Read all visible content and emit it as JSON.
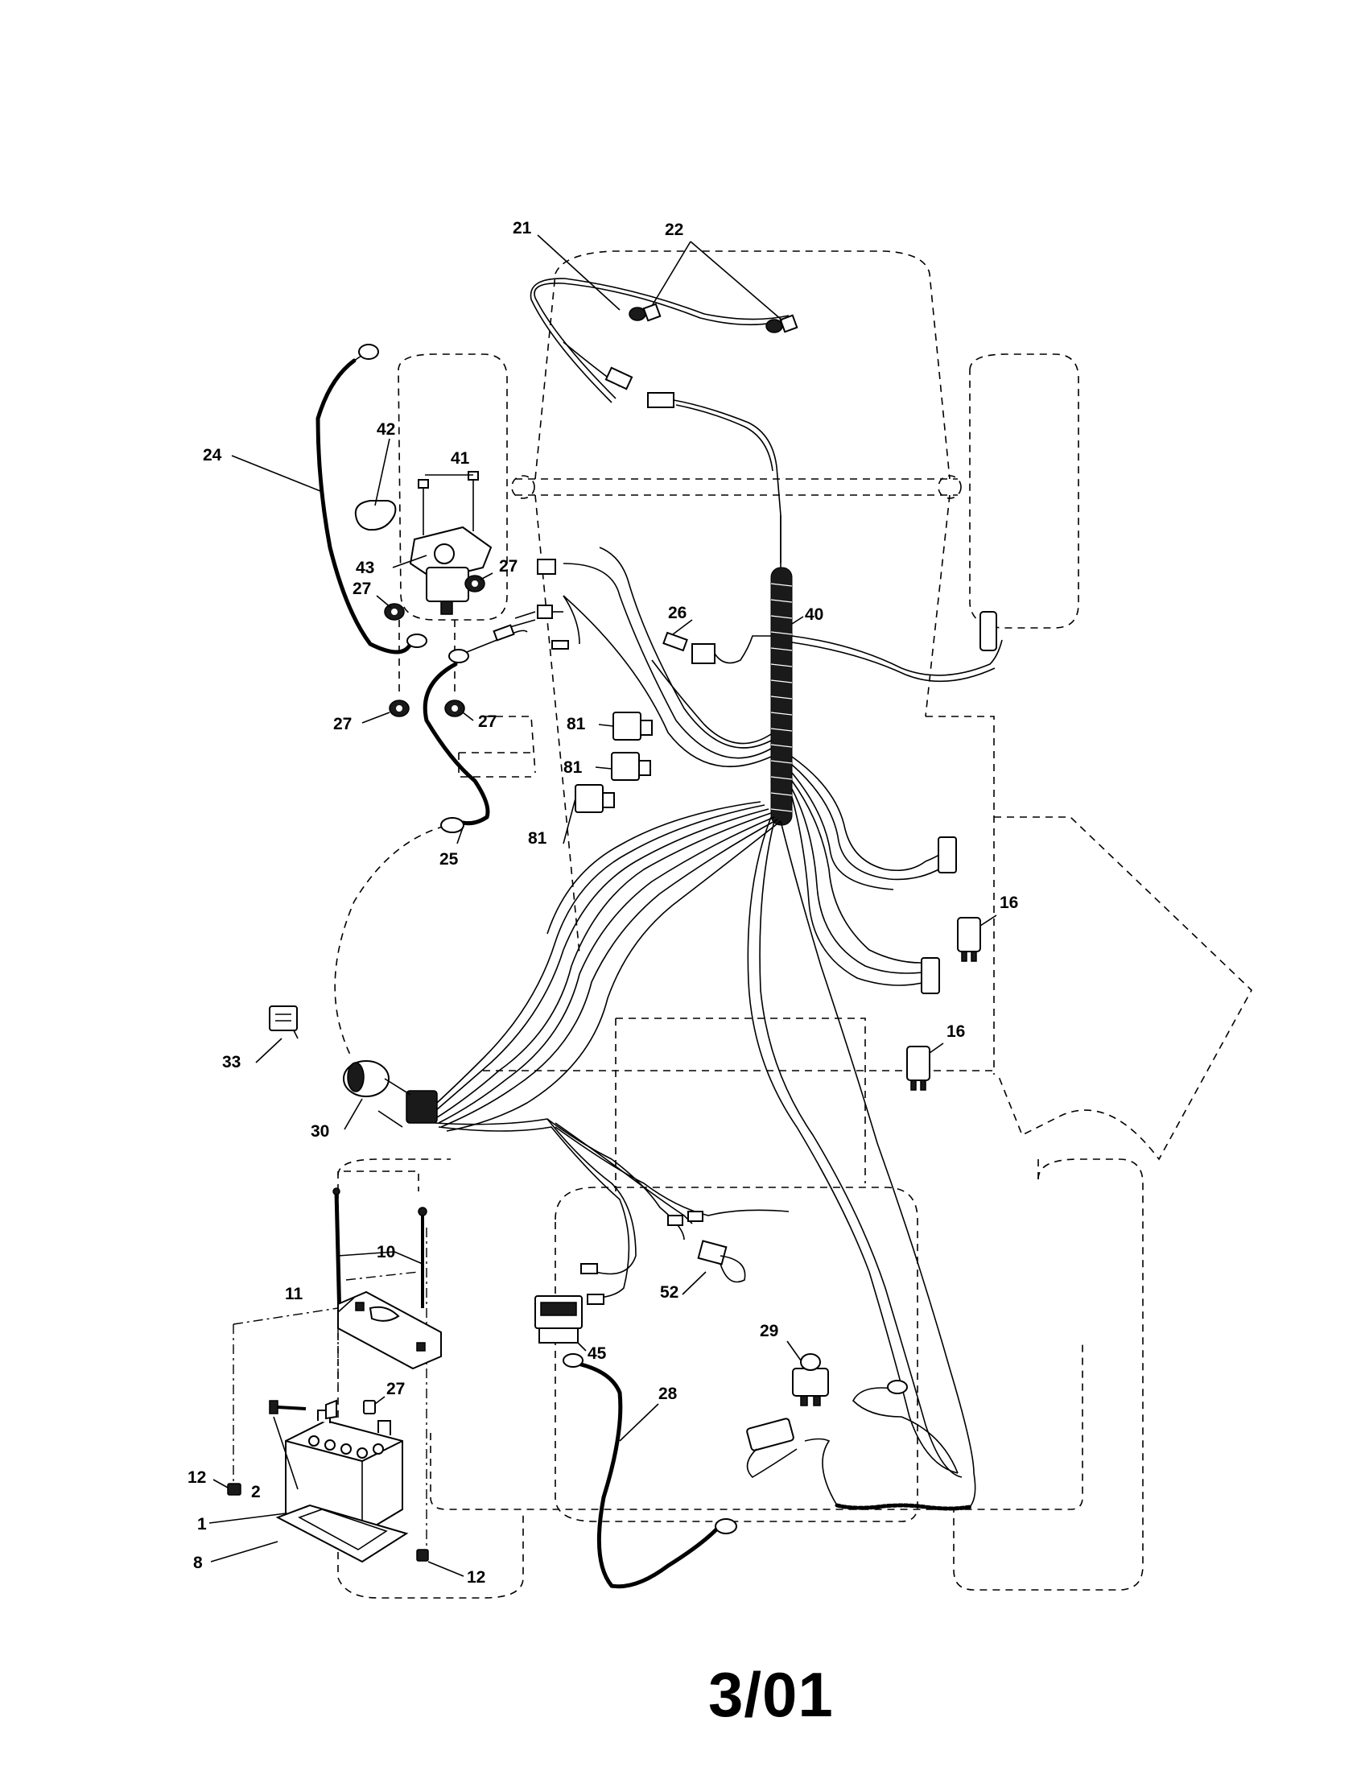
{
  "page_mark": "3/01",
  "labels": {
    "l1": "1",
    "l2": "2",
    "l8": "8",
    "l10": "10",
    "l11": "11",
    "l12a": "12",
    "l12b": "12",
    "l16a": "16",
    "l16b": "16",
    "l21": "21",
    "l22": "22",
    "l24": "24",
    "l25": "25",
    "l26": "26",
    "l27a": "27",
    "l27b": "27",
    "l27c": "27",
    "l27d": "27",
    "l27e": "27",
    "l28": "28",
    "l29": "29",
    "l30": "30",
    "l33": "33",
    "l40": "40",
    "l41": "41",
    "l42": "42",
    "l43": "43",
    "l45": "45",
    "l52": "52",
    "l81a": "81",
    "l81b": "81",
    "l81c": "81"
  }
}
